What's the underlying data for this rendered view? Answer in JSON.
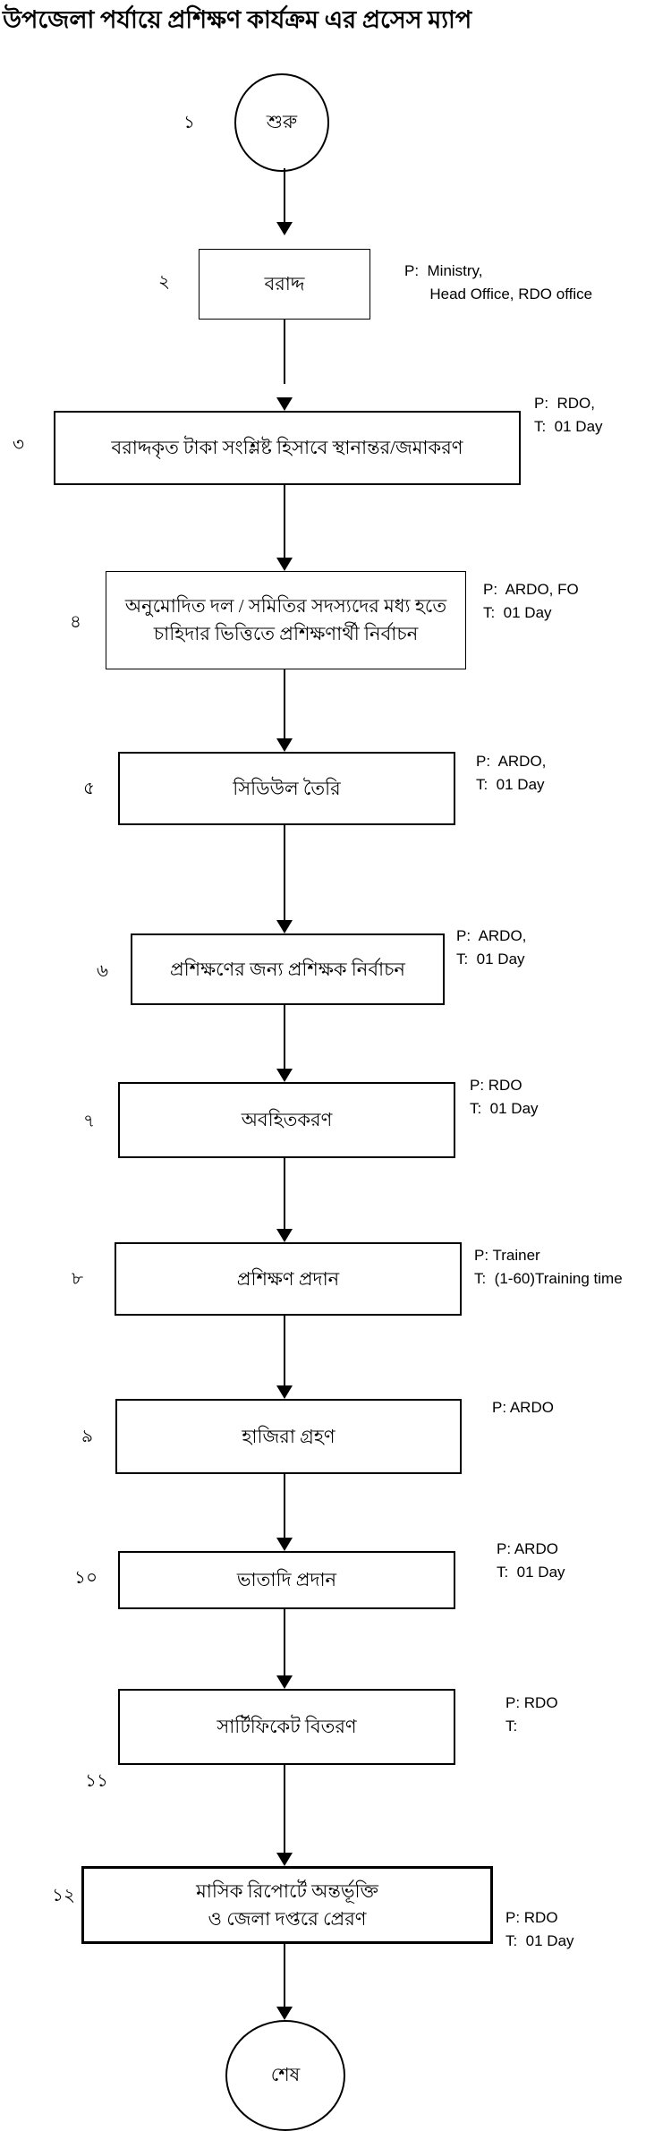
{
  "title": "উপজেলা পর্যায়ে প্রশিক্ষণ কার্যক্রম এর প্রসেস ম্যাপ",
  "colors": {
    "line": "#000000",
    "background": "#ffffff"
  },
  "start": {
    "number": "১",
    "label": "শুরু"
  },
  "end": {
    "label": "শেষ"
  },
  "steps": [
    {
      "number": "২",
      "label": "বরাদ্দ",
      "annotation": "P:  Ministry,\n      Head Office, RDO office"
    },
    {
      "number": "৩",
      "label": "বরাদ্দকৃত টাকা সংশ্লিষ্ট হিসাবে স্থানান্তর/জমাকরণ",
      "annotation": "P:  RDO,\nT:  01 Day"
    },
    {
      "number": "৪",
      "label": "অনুমোদিত দল / সমিতির সদস্যদের মধ্য হতে\nচাহিদার ভিত্তিতে প্রশিক্ষণার্থী নির্বাচন",
      "annotation": "P:  ARDO, FO\nT:  01 Day"
    },
    {
      "number": "৫",
      "label": "সিডিউল তৈরি",
      "annotation": "P:  ARDO,\nT:  01 Day"
    },
    {
      "number": "৬",
      "label": "প্রশিক্ষণের জন্য প্রশিক্ষক নির্বাচন",
      "annotation": "P:  ARDO,\nT:  01 Day"
    },
    {
      "number": "৭",
      "label": "অবহিতকরণ",
      "annotation": "P: RDO\nT:  01 Day"
    },
    {
      "number": "৮",
      "label": "প্রশিক্ষণ প্রদান",
      "annotation": "P: Trainer\nT:  (1-60)Training time"
    },
    {
      "number": "৯",
      "label": "হাজিরা গ্রহণ",
      "annotation": "P: ARDO"
    },
    {
      "number": "১০",
      "label": "ভাতাদি প্রদান",
      "annotation": "P: ARDO\nT:  01 Day"
    },
    {
      "number": "১১",
      "label": "সার্টিফিকেট বিতরণ",
      "annotation": "P: RDO\nT:"
    },
    {
      "number": "১২",
      "label": "মাসিক রিপোর্টে অন্তর্ভূক্তি\nও জেলা দপ্তরে প্রেরণ",
      "annotation": "P: RDO\nT:  01 Day"
    }
  ]
}
